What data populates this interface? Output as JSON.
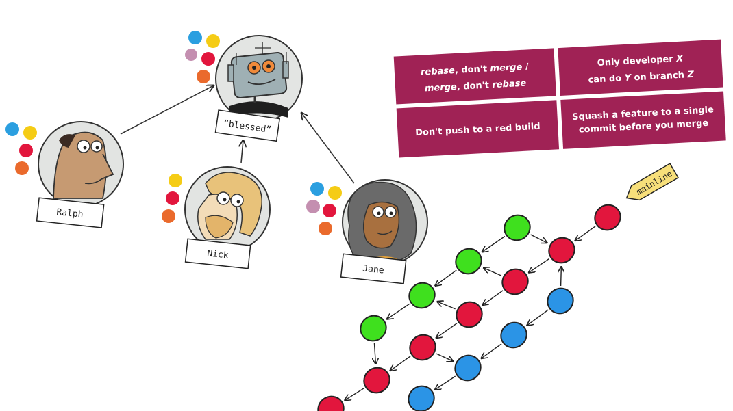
{
  "people": [
    {
      "id": "ralph",
      "name": "Ralph"
    },
    {
      "id": "nick",
      "name": "Nick"
    },
    {
      "id": "jane",
      "name": "Jane"
    }
  ],
  "blessed_repo": {
    "label": "“blessed”"
  },
  "dot_colors": {
    "blue": "#2b9fe0",
    "yellow": "#f5cc15",
    "red": "#e2163d",
    "mauve": "#c48fb0",
    "orange": "#ea6a2c"
  },
  "policies": {
    "color": "#a02255",
    "cards": [
      {
        "line1_a": "rebase",
        "line1_b": ", don't ",
        "line1_c": "merge",
        "line1_d": " /",
        "line2_a": "merge",
        "line2_b": ", don't ",
        "line2_c": "rebase"
      },
      {
        "line1_a": "Only developer ",
        "line1_b": "X",
        "line2_a": "can do ",
        "line2_b": "Y",
        "line2_c": " on branch ",
        "line2_d": "Z"
      },
      {
        "line1": "Don't push to a red build"
      },
      {
        "line1": "Squash a feature to a single",
        "line2": "commit before you merge"
      }
    ]
  },
  "commit_graph": {
    "tag": "mainline",
    "tag_color": "#f7df7a",
    "colors": {
      "green": "#3fe01e",
      "red": "#e2163d",
      "blue": "#2b94e6"
    }
  }
}
